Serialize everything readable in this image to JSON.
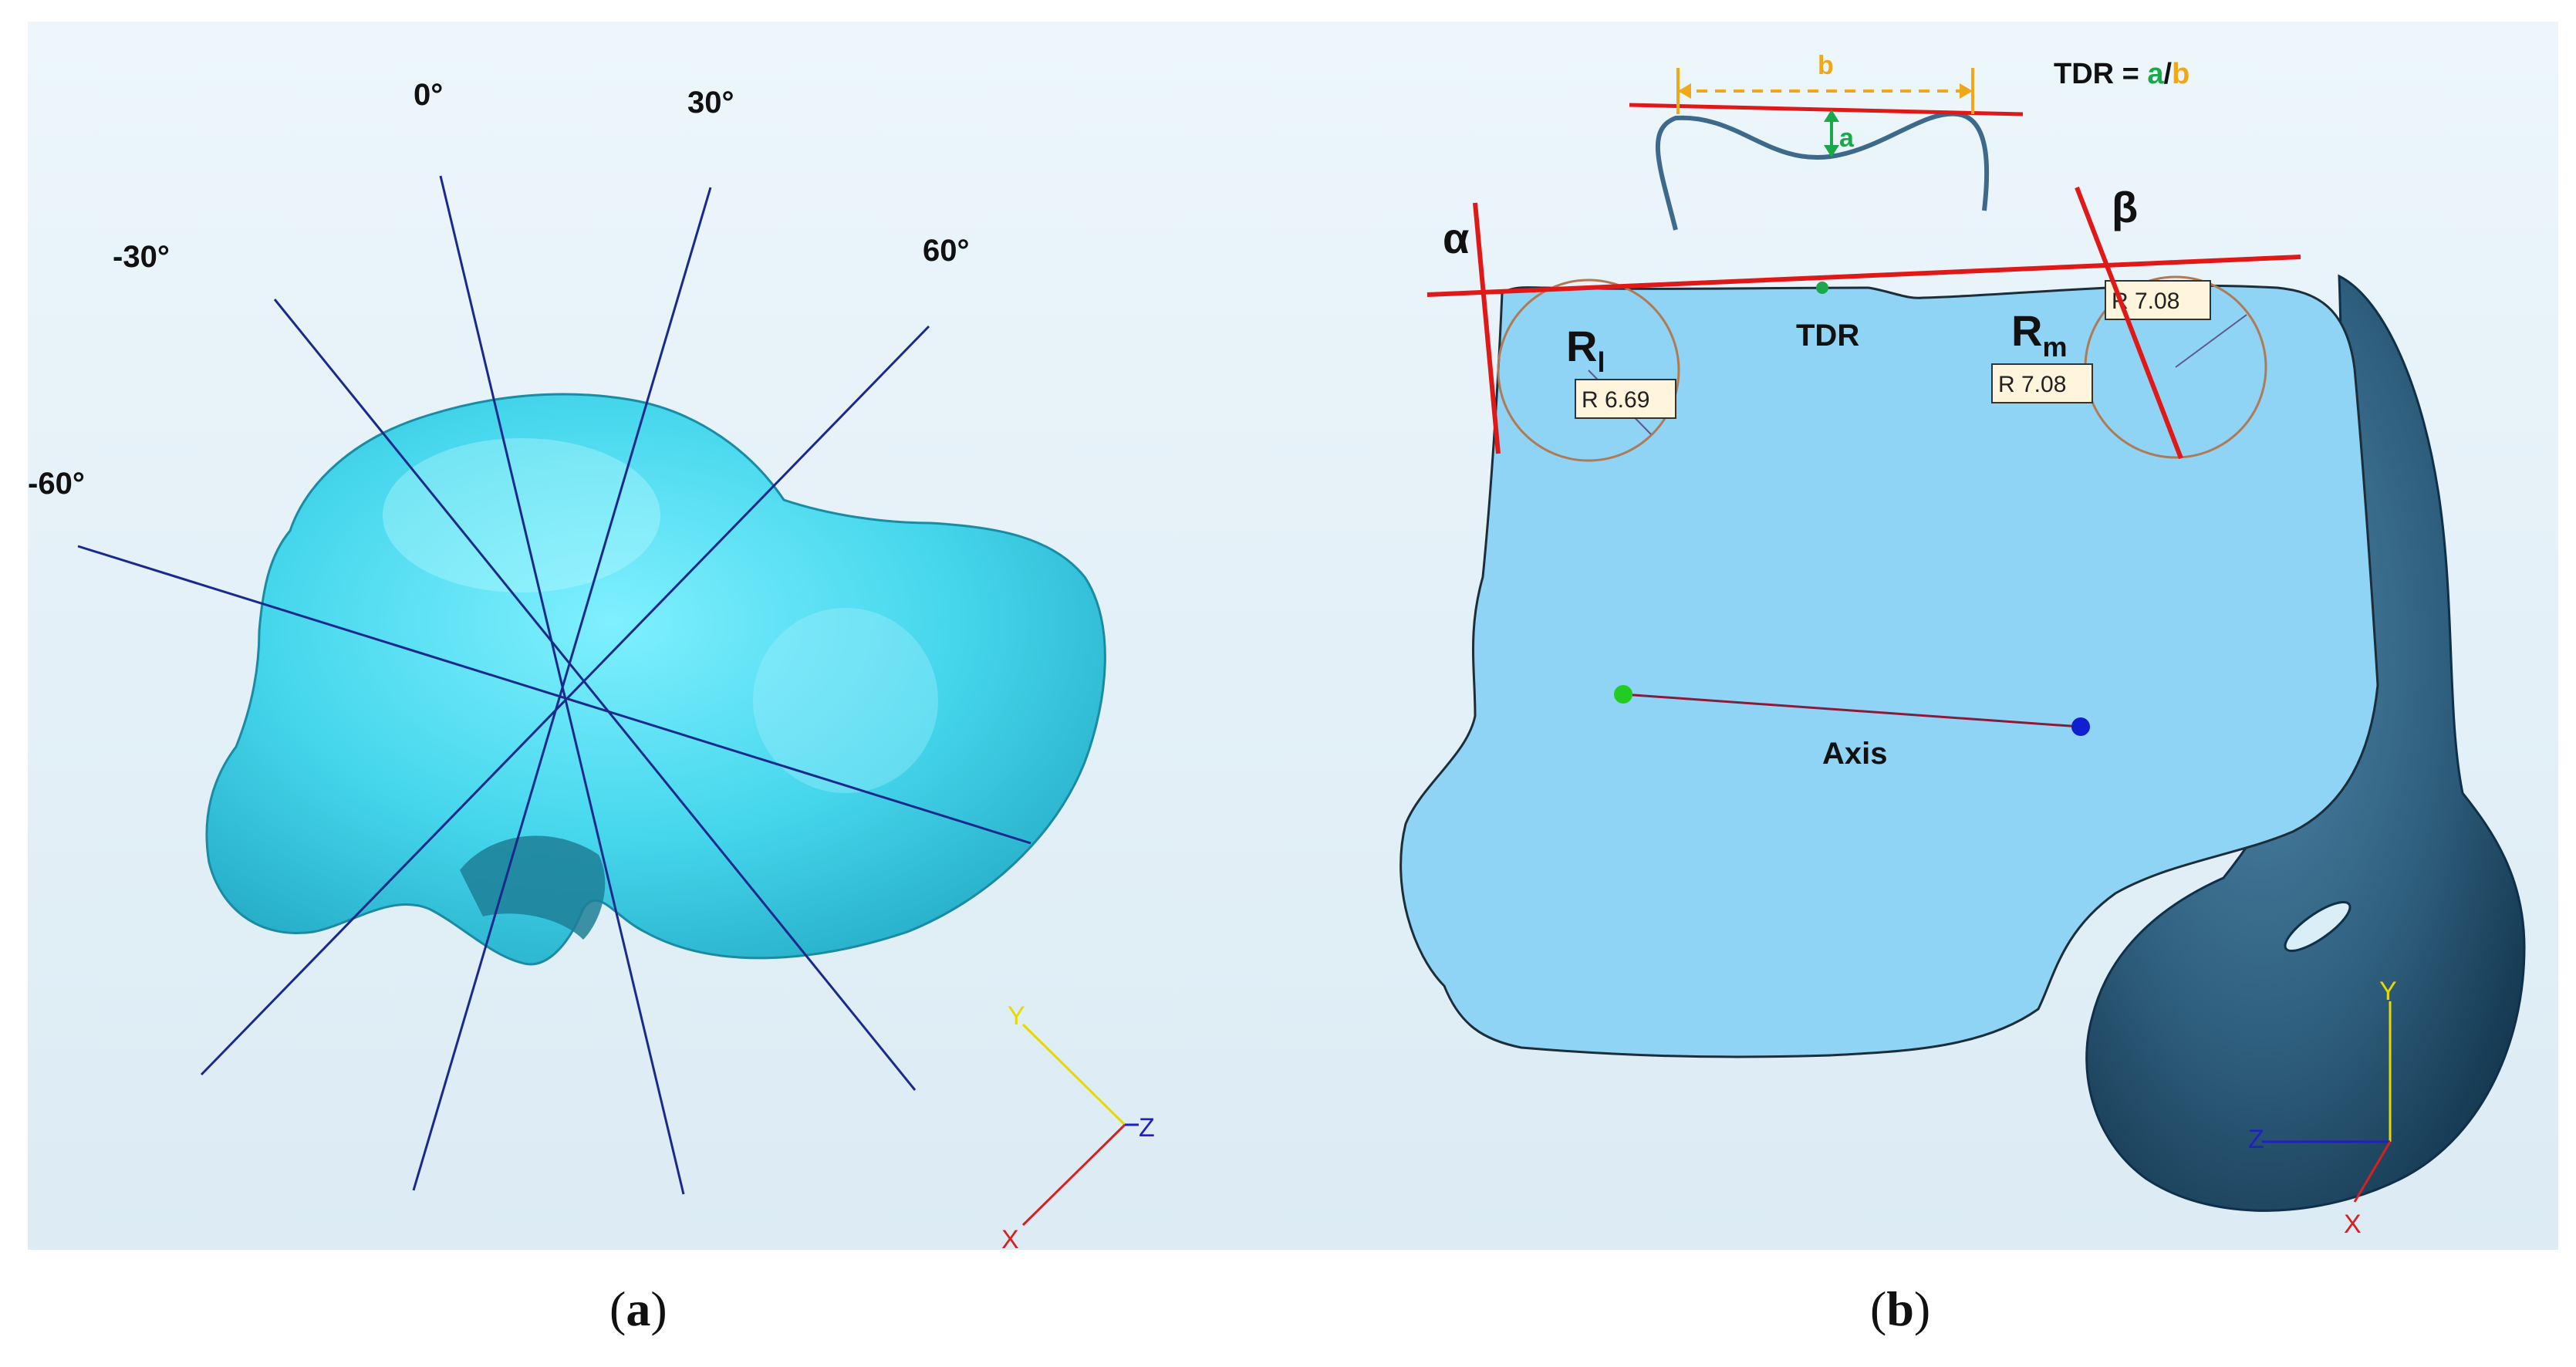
{
  "panel_a": {
    "caption_open": "(",
    "caption_letter": "a",
    "caption_close": ")",
    "angle_labels": [
      "-60°",
      "-30°",
      "0°",
      "30°",
      "60°"
    ],
    "axes": {
      "x": "X",
      "y": "Y",
      "z": "Z"
    },
    "colors": {
      "bone": "#4dd9ee",
      "lines": "#1a2a8c"
    }
  },
  "panel_b": {
    "caption_open": "(",
    "caption_letter": "b",
    "caption_close": ")",
    "alpha": "α",
    "beta": "β",
    "tdr_label": "TDR",
    "tdr_formula_prefix": "TDR = ",
    "tdr_formula_a": "a",
    "tdr_formula_slash": "/",
    "tdr_formula_b": "b",
    "inset_a": "a",
    "inset_b": "b",
    "rl_main": "R",
    "rl_sub": "l",
    "rm_main": "R",
    "rm_sub": "m",
    "radius_lateral": "R  6.69",
    "radius_medial": "R  7.08",
    "radius_medial_top": "R  7.08",
    "axis_label": "Axis",
    "axes": {
      "x": "X",
      "y": "Y",
      "z": "Z"
    },
    "colors": {
      "section": "#8fd3f5",
      "bone": "#2f5f7e",
      "tangent": "#e01818",
      "a_green": "#1aa84a",
      "b_orange": "#f0a818",
      "circle": "#b07a55"
    }
  }
}
